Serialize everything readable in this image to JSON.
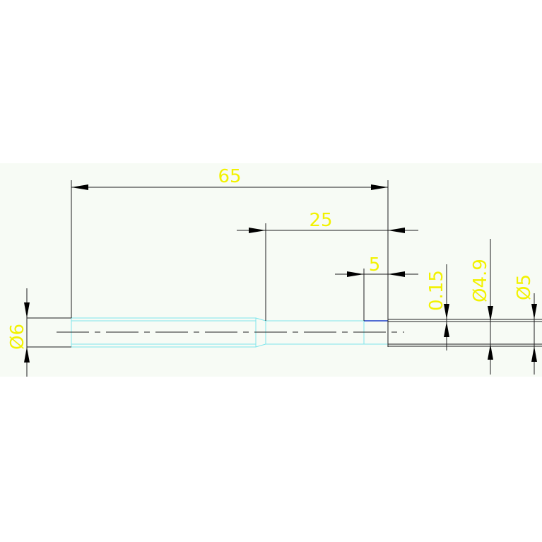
{
  "colors": {
    "background": "#ffffff",
    "sheet": "#f7fbf5",
    "part_outline": "#7fe6ec",
    "dimension_line": "#1e1e1e",
    "dimension_text": "#f2f200",
    "centerline": "#222222",
    "blue_edge": "#1a3cc8"
  },
  "dimensions": {
    "overall_length": "65",
    "reduced_length": "25",
    "tip_length": "5",
    "step_depth": "0.15",
    "dia_reduced": "Ø4.9",
    "dia_tip": "Ø5",
    "dia_main": "Ø6"
  }
}
